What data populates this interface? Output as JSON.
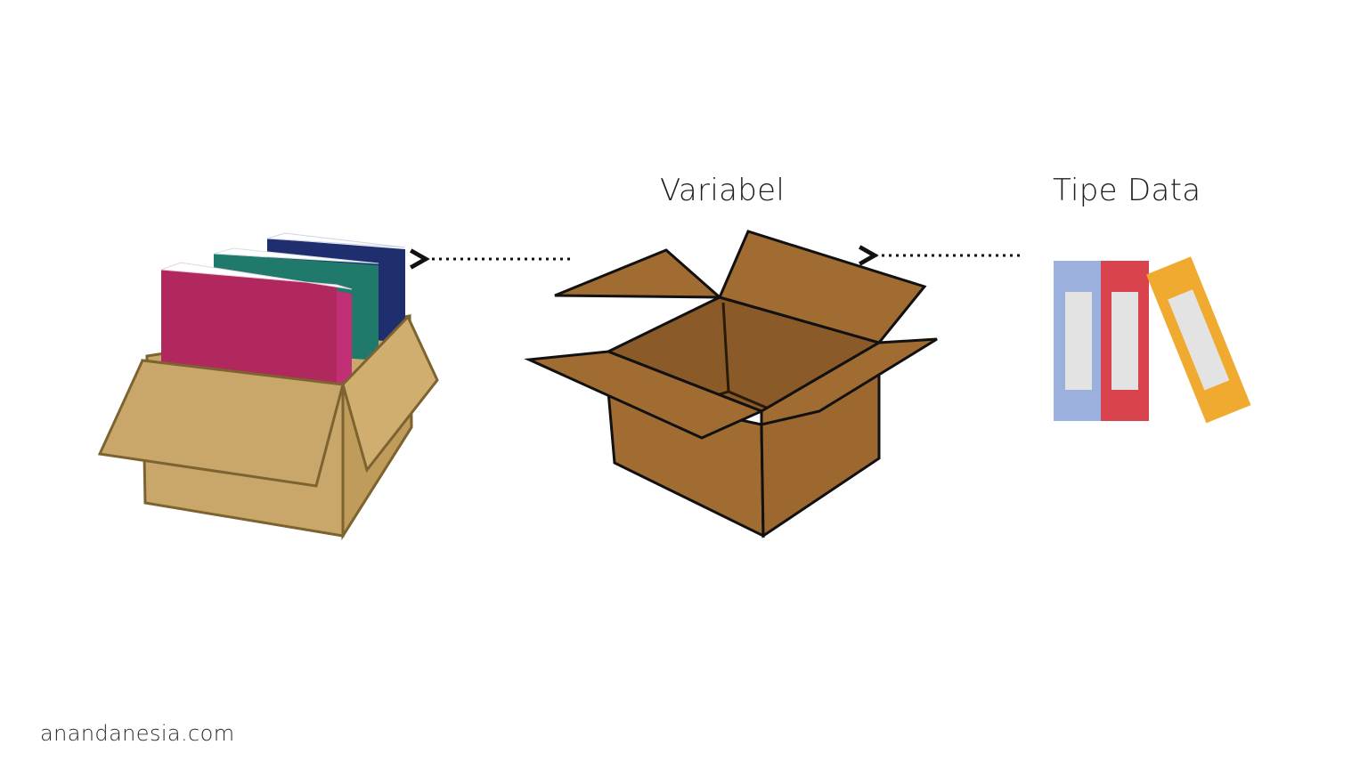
{
  "labels": {
    "variable": "Variabel",
    "data_type": "Tipe Data"
  },
  "footer": "anandanesia.com",
  "colors": {
    "box_filled": "#c9a76a",
    "box_empty": "#a06c32",
    "book_pink": "#b0285e",
    "book_teal": "#1f7a6c",
    "book_navy": "#1f2e6e",
    "binder_blue": "#9bb0dd",
    "binder_red": "#d8434e",
    "binder_yellow": "#f0aa30"
  }
}
